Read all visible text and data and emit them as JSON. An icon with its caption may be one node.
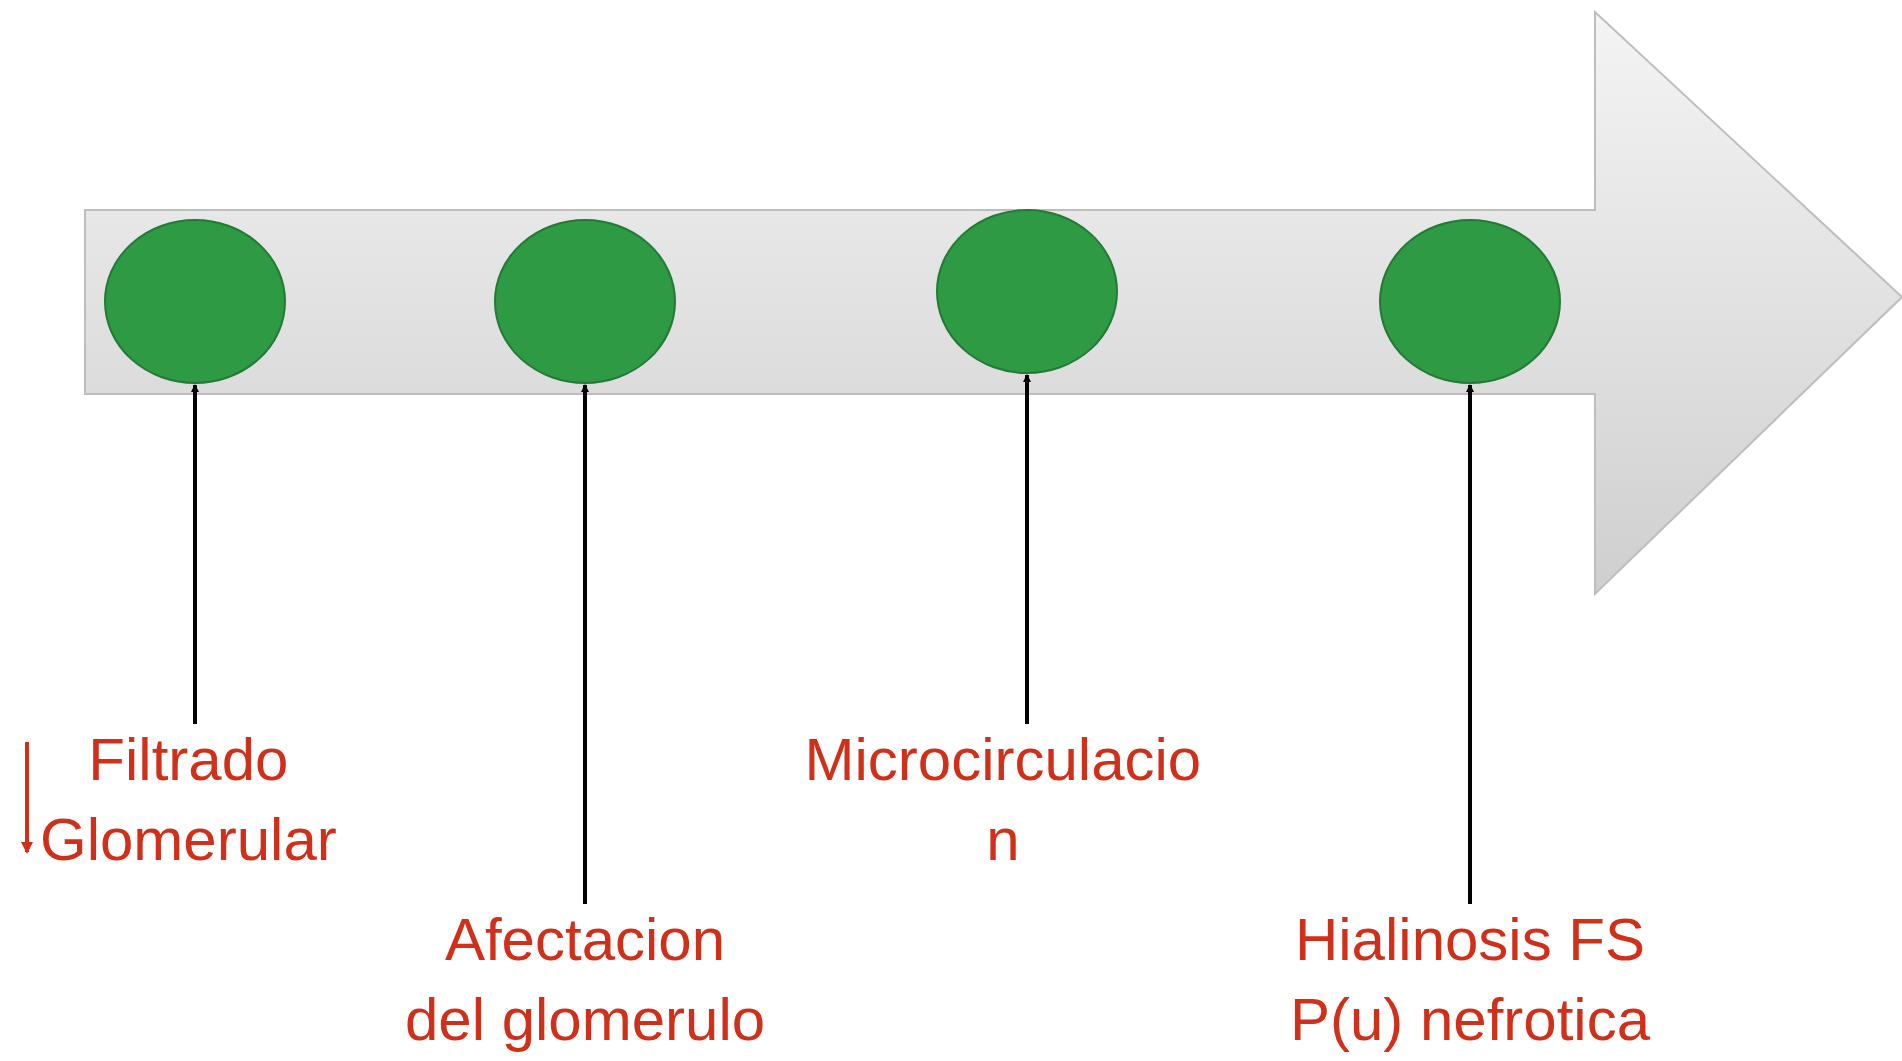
{
  "diagram": {
    "nodes": [
      {
        "text": [],
        "shape": "arrow"
      },
      {
        "text": [],
        "shape": "circle",
        "in": 0
      },
      {
        "text": [],
        "shape": "circle",
        "in": 0
      },
      {
        "text": [],
        "shape": "circle",
        "in": 0
      },
      {
        "text": [],
        "shape": "circle",
        "in": 0
      },
      {
        "text": [
          "Filtrado Glomerular"
        ]
      },
      {
        "text": [
          "Afectacion del glomerulo"
        ]
      },
      {
        "text": [
          "Microcirculacio n"
        ]
      },
      {
        "text": [
          "Hialinosis FS P(u) nefrotica"
        ]
      }
    ],
    "edges": [
      {
        "from": 5,
        "to": 1,
        "arrow": "to"
      },
      {
        "from": 6,
        "to": 2,
        "arrow": "to"
      },
      {
        "from": 7,
        "to": 3,
        "arrow": "to"
      },
      {
        "from": 8,
        "to": 4,
        "arrow": "to"
      }
    ]
  }
}
